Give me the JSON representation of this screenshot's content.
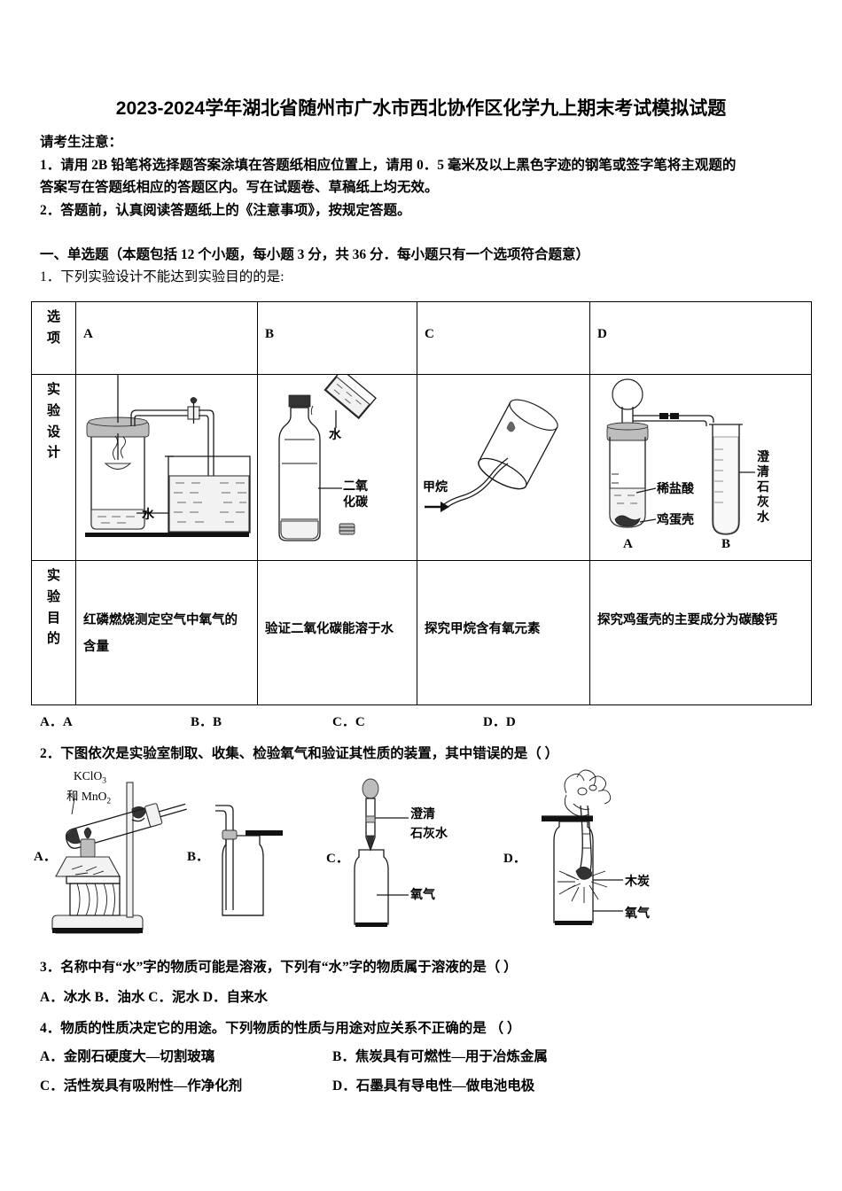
{
  "document": {
    "title": "2023-2024学年湖北省随州市广水市西北协作区化学九上期末考试模拟试题",
    "notice_heading": "请考生注意：",
    "notice_lines": [
      "1．请用 2B 铅笔将选择题答案涂填在答题纸相应位置上，请用 0．5 毫米及以上黑色字迹的钢笔或签字笔将主观题的",
      "答案写在答题纸相应的答题区内。写在试题卷、草稿纸上均无效。",
      "2．答题前，认真阅读答题纸上的《注意事项》，按规定答题。"
    ],
    "section_heading": "一、单选题（本题包括 12 个小题，每小题 3 分，共 36 分．每小题只有一个选项符合题意）"
  },
  "q1": {
    "stem": "1．下列实验设计不能达到实验目的的是:",
    "table": {
      "row_labels": {
        "options": "选项",
        "design": "实验设计",
        "purpose": "实验目的"
      },
      "columns": [
        "A",
        "B",
        "C",
        "D"
      ],
      "purposes": [
        "红磷燃烧测定空气中氧气的含量",
        "验证二氧化碳能溶于水",
        "探究甲烷含有氧元素",
        "探究鸡蛋壳的主要成分为碳酸钙"
      ],
      "figure_labels": {
        "a": [
          "水"
        ],
        "b": [
          "水",
          "二氧化碳"
        ],
        "c": [
          "甲烷"
        ],
        "d": [
          "稀盐酸",
          "鸡蛋壳",
          "澄清石灰水",
          "A",
          "B"
        ]
      }
    },
    "answers": [
      "A．A",
      "B．B",
      "C．C",
      "D．D"
    ]
  },
  "q2": {
    "stem": "2．下图依次是实验室制取、收集、检验氧气和验证其性质的装置，其中错误的是（        ）",
    "figures": [
      {
        "label": "A．",
        "annotations": [
          "KClO₃",
          "和 MnO₂"
        ]
      },
      {
        "label": "B．",
        "annotations": []
      },
      {
        "label": "C．",
        "annotations": [
          "澄清",
          "石灰水",
          "氧气"
        ]
      },
      {
        "label": "D．",
        "annotations": [
          "木炭",
          "氧气"
        ]
      }
    ]
  },
  "q3": {
    "stem": "3．名称中有“水”字的物质可能是溶液，下列有“水”字的物质属于溶液的是（        ）",
    "options": "A．冰水   B．油水   C．泥水   D．自来水"
  },
  "q4": {
    "stem": "4．物质的性质决定它的用途。下列物质的性质与用途对应关系不正确的是      （  ）",
    "options": [
      {
        "left": "A．金刚石硬度大—切割玻璃",
        "right": "B．焦炭具有可燃性—用于冶炼金属"
      },
      {
        "left": "C．活性炭具有吸附性—作净化剂",
        "right": "D．石墨具有导电性—做电池电极"
      }
    ]
  },
  "colors": {
    "ink": "#1a1a1a",
    "paper": "#ffffff"
  }
}
